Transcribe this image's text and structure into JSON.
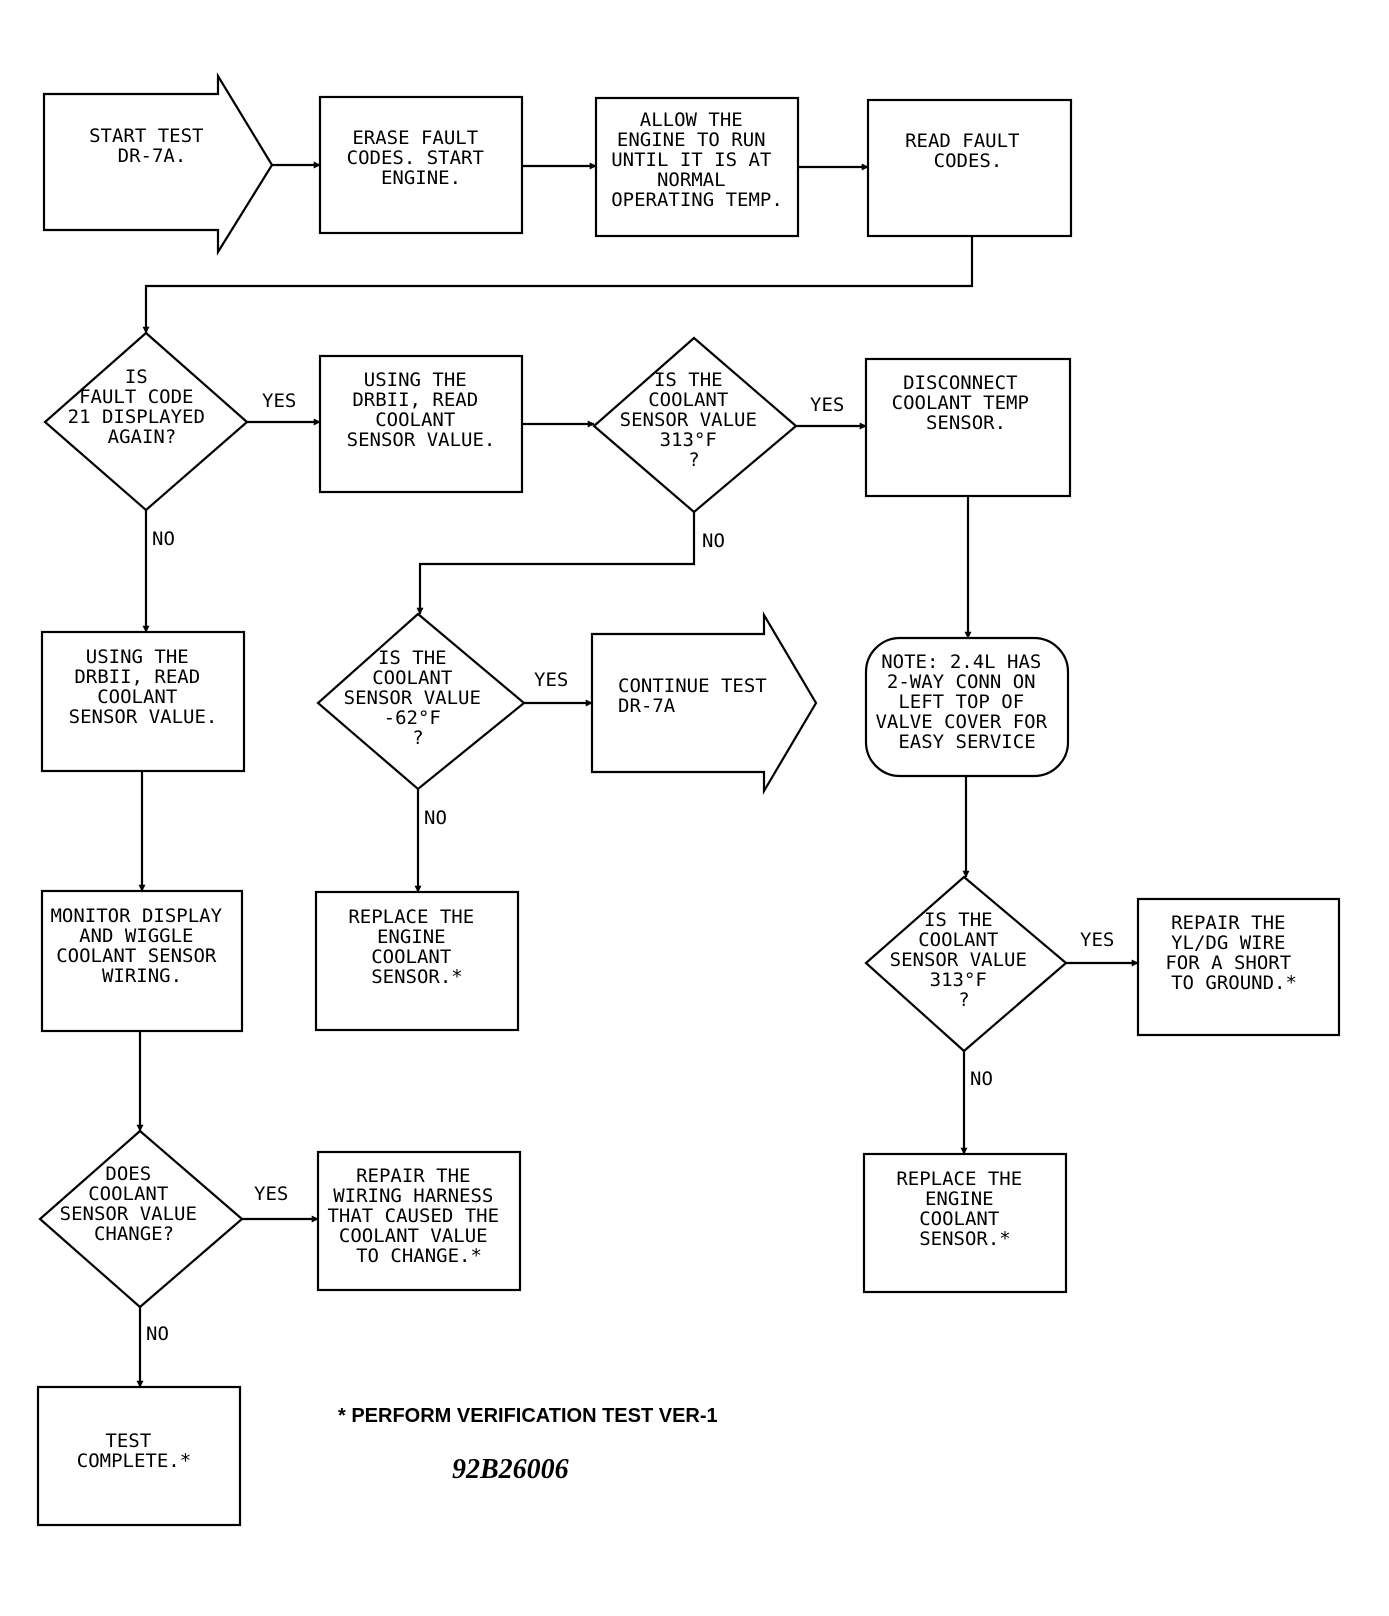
{
  "nodes": {
    "start_test": [
      "START TEST",
      "DR-7A."
    ],
    "erase_codes": [
      "ERASE FAULT",
      "CODES. START",
      "ENGINE."
    ],
    "allow_run": [
      "ALLOW THE",
      "ENGINE TO RUN",
      "UNTIL IT IS AT",
      "NORMAL",
      "OPERATING TEMP."
    ],
    "read_codes": [
      "READ FAULT",
      "CODES."
    ],
    "decision_code21": [
      "IS",
      "FAULT CODE",
      "21 DISPLAYED",
      "AGAIN?"
    ],
    "read_sensor_1": [
      "USING THE",
      "DRBII, READ",
      "COOLANT",
      "SENSOR VALUE."
    ],
    "decision_313_a": [
      "IS THE",
      "COOLANT",
      "SENSOR VALUE",
      "313°F",
      "?"
    ],
    "disconnect_sensor": [
      "DISCONNECT",
      "COOLANT TEMP",
      "SENSOR."
    ],
    "read_sensor_2": [
      "USING THE",
      "DRBII, READ",
      "COOLANT",
      "SENSOR VALUE."
    ],
    "decision_minus62": [
      "IS THE",
      "COOLANT",
      "SENSOR VALUE",
      "-62°F",
      "?"
    ],
    "continue_test": [
      "CONTINUE TEST",
      "DR-7A"
    ],
    "note_24l": [
      "NOTE: 2.4L HAS",
      "2-WAY CONN ON",
      "LEFT TOP OF",
      "VALVE COVER FOR",
      "EASY SERVICE"
    ],
    "monitor_display": [
      "MONITOR DISPLAY",
      "AND WIGGLE",
      "COOLANT SENSOR",
      "WIRING."
    ],
    "replace_sensor_1": [
      "REPLACE THE",
      "ENGINE",
      "COOLANT",
      "SENSOR.*"
    ],
    "decision_313_b": [
      "IS THE",
      "COOLANT",
      "SENSOR VALUE",
      "313°F",
      "?"
    ],
    "repair_wire": [
      "REPAIR THE",
      "YL/DG WIRE",
      "FOR A SHORT",
      "TO GROUND.*"
    ],
    "decision_change": [
      "DOES",
      "COOLANT",
      "SENSOR VALUE",
      "CHANGE?"
    ],
    "repair_harness": [
      "REPAIR THE",
      "WIRING HARNESS",
      "THAT CAUSED THE",
      "COOLANT VALUE",
      "TO CHANGE.*"
    ],
    "replace_sensor_2": [
      "REPLACE THE",
      "ENGINE",
      "COOLANT",
      "SENSOR.*"
    ],
    "test_complete": [
      "TEST",
      "COMPLETE.*"
    ]
  },
  "edge_labels": {
    "code21_yes": "YES",
    "code21_no": "NO",
    "decision313a_yes": "YES",
    "decision313a_no": "NO",
    "minus62_yes": "YES",
    "minus62_no": "NO",
    "decision313b_yes": "YES",
    "decision313b_no": "NO",
    "change_yes": "YES",
    "change_no": "NO"
  },
  "footnote": "* PERFORM VERIFICATION TEST VER-1",
  "figure_code": "92B26006"
}
